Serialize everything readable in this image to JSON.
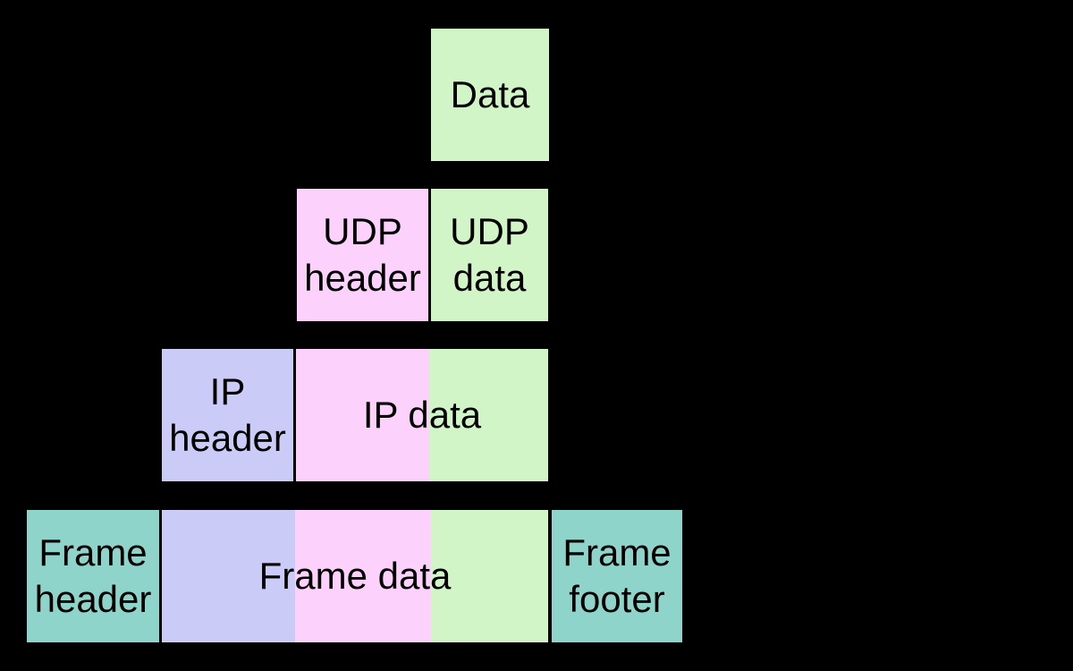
{
  "palette": {
    "background": "#000000",
    "text": "#000000",
    "green": "#d2f5c8",
    "pink": "#fcd2fc",
    "lavender": "#cbcbf7",
    "teal": "#8fd4ca"
  },
  "layers": [
    {
      "boxes": [
        {
          "id": "data",
          "lines": [
            "Data"
          ],
          "color": "green"
        }
      ]
    },
    {
      "boxes": [
        {
          "id": "udp-header",
          "lines": [
            "UDP",
            "header"
          ],
          "color": "pink"
        },
        {
          "id": "udp-data",
          "lines": [
            "UDP",
            "data"
          ],
          "color": "green"
        }
      ]
    },
    {
      "boxes": [
        {
          "id": "ip-header",
          "lines": [
            "IP",
            "header"
          ],
          "color": "lavender"
        },
        {
          "id": "ip-data",
          "lines": [
            "IP data"
          ],
          "colors": [
            "pink",
            "green"
          ]
        }
      ]
    },
    {
      "boxes": [
        {
          "id": "frame-header",
          "lines": [
            "Frame",
            "header"
          ],
          "color": "teal"
        },
        {
          "id": "frame-data",
          "lines": [
            "Frame data"
          ],
          "colors": [
            "lavender",
            "pink",
            "green"
          ]
        },
        {
          "id": "frame-footer",
          "lines": [
            "Frame",
            "footer"
          ],
          "color": "teal"
        }
      ]
    }
  ]
}
